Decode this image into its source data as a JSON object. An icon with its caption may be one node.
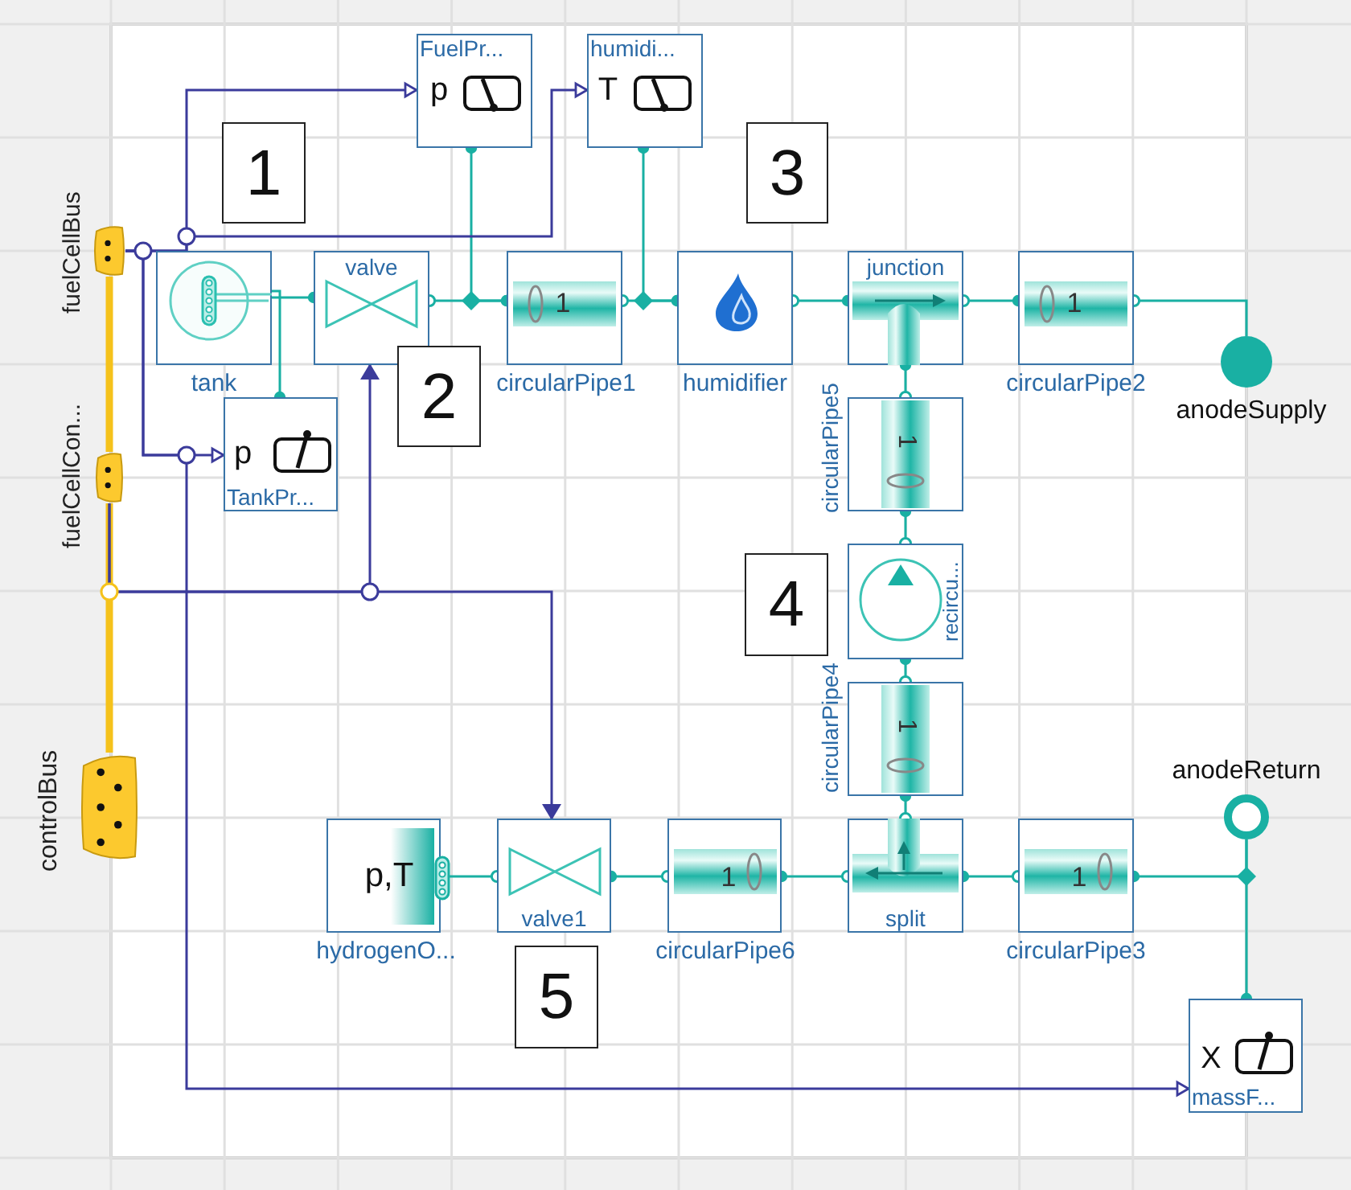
{
  "diagram": {
    "nodes": [
      {
        "text": [
          "fuelCellBus"
        ]
      },
      {
        "text": [
          "fuelCellCon..."
        ]
      },
      {
        "text": [
          "controlBus"
        ]
      },
      {
        "text": [
          "FuelPr...",
          "p"
        ]
      },
      {
        "text": [
          "humidi...",
          "T"
        ]
      },
      {
        "text": [
          "tank"
        ]
      },
      {
        "text": [
          "valve"
        ]
      },
      {
        "text": [
          "1",
          "circularPipe1"
        ]
      },
      {
        "text": [
          "humidifier"
        ]
      },
      {
        "text": [
          "junction"
        ]
      },
      {
        "text": [
          "1",
          "circularPipe2"
        ]
      },
      {
        "text": [
          "anodeSupply"
        ]
      },
      {
        "text": [
          "p",
          "TankPr..."
        ]
      },
      {
        "text": [
          "circularPipe5",
          "1"
        ]
      },
      {
        "text": [
          "recircu..."
        ]
      },
      {
        "text": [
          "circularPipe4",
          "1"
        ]
      },
      {
        "text": [
          "p,T",
          "hydrogenO..."
        ]
      },
      {
        "text": [
          "valve1"
        ]
      },
      {
        "text": [
          "1",
          "circularPipe6"
        ]
      },
      {
        "text": [
          "split"
        ]
      },
      {
        "text": [
          "1",
          "circularPipe3"
        ]
      },
      {
        "text": [
          "anodeReturn"
        ]
      },
      {
        "text": [
          "X",
          "massF..."
        ]
      },
      {
        "text": [
          "1"
        ]
      },
      {
        "text": [
          "2"
        ]
      },
      {
        "text": [
          "3"
        ]
      },
      {
        "text": [
          "4"
        ]
      },
      {
        "text": [
          "5"
        ]
      }
    ],
    "edges": [
      {
        "from": 5,
        "to": 6,
        "arrow": "other"
      },
      {
        "from": 6,
        "to": 7,
        "arrow": "other"
      },
      {
        "from": 3,
        "to": 7,
        "arrow": "other"
      },
      {
        "from": 7,
        "to": 8,
        "arrow": "other"
      },
      {
        "from": 4,
        "to": 8,
        "arrow": "other"
      },
      {
        "from": 8,
        "to": 9,
        "arrow": "other"
      },
      {
        "from": 9,
        "to": 10,
        "arrow": "other"
      },
      {
        "from": 10,
        "to": 11,
        "arrow": "other"
      },
      {
        "from": 5,
        "to": 12,
        "arrow": "other"
      },
      {
        "from": 9,
        "to": 13,
        "arrow": "other"
      },
      {
        "from": 13,
        "to": 14,
        "arrow": "other"
      },
      {
        "from": 14,
        "to": 15,
        "arrow": "other"
      },
      {
        "from": 15,
        "to": 19,
        "arrow": "other"
      },
      {
        "from": 16,
        "to": 17,
        "arrow": "other"
      },
      {
        "from": 17,
        "to": 18,
        "arrow": "other"
      },
      {
        "from": 18,
        "to": 19,
        "arrow": "other"
      },
      {
        "from": 19,
        "to": 20,
        "arrow": "other"
      },
      {
        "from": 20,
        "to": 21,
        "arrow": "other"
      },
      {
        "from": 22,
        "to": 21,
        "arrow": "other"
      },
      {
        "from": 0,
        "to": 3,
        "arrow": "to",
        "color": "#3b3b9b"
      },
      {
        "from": 0,
        "to": 4,
        "arrow": "to",
        "color": "#3b3b9b"
      },
      {
        "from": 0,
        "to": 12,
        "arrow": "to",
        "color": "#3b3b9b"
      },
      {
        "from": 0,
        "to": 22,
        "arrow": "to",
        "color": "#3b3b9b"
      },
      {
        "from": 1,
        "to": 6,
        "arrow": "to",
        "color": "#3b3b9b"
      },
      {
        "from": 1,
        "to": 17,
        "arrow": "to",
        "color": "#3b3b9b"
      },
      {
        "from": 0,
        "to": 1,
        "arrow": "none",
        "style": "thick",
        "color": "#f5c21b"
      },
      {
        "from": 2,
        "to": 1,
        "arrow": "none",
        "style": "thick",
        "color": "#f5c21b"
      }
    ]
  }
}
